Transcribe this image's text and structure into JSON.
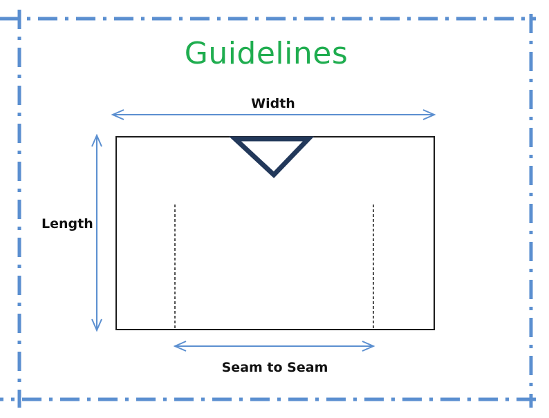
{
  "diagram": {
    "title": "Guidelines",
    "labels": {
      "width": "Width",
      "length": "Length",
      "seam_to_seam": "Seam to Seam"
    }
  },
  "colors": {
    "title": "#1fad4f",
    "border_dash": "#5b8fd0",
    "arrow": "#5b8fd0",
    "outline": "#1a1a1a",
    "v_neck": "#22385a",
    "label_text": "#111111"
  }
}
